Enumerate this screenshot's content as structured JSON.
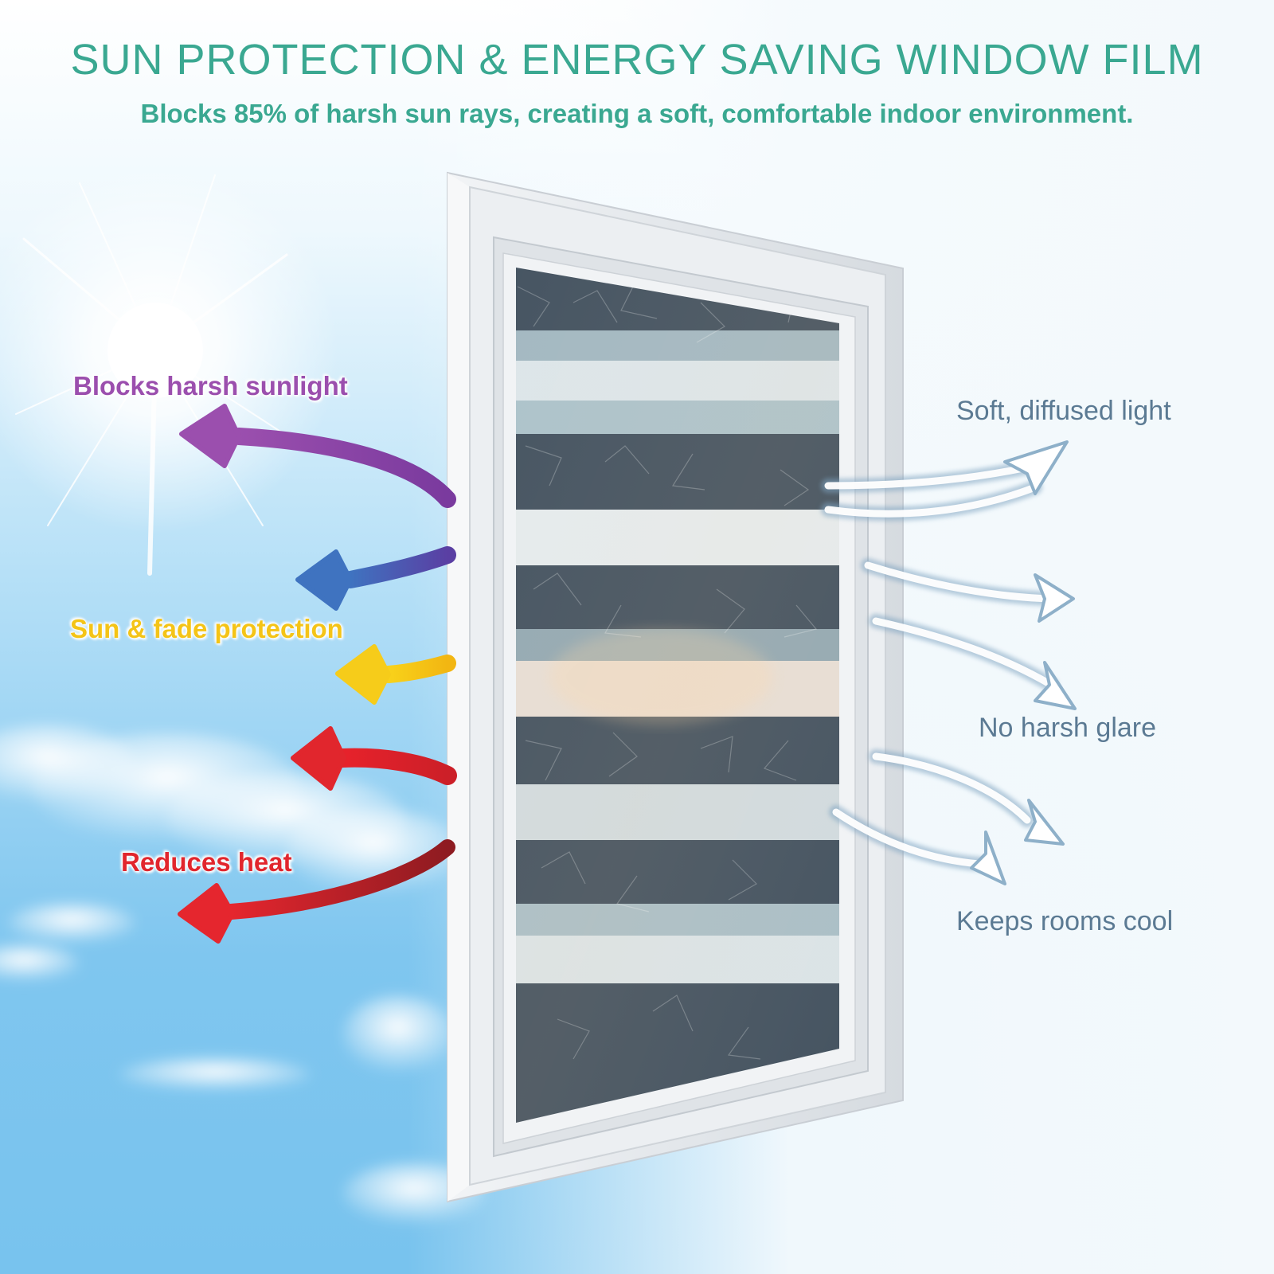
{
  "header": {
    "title": "SUN PROTECTION & ENERGY SAVING WINDOW FILM",
    "subtitle": "Blocks 85% of harsh sun rays, creating a soft, comfortable indoor environment."
  },
  "features_outside": [
    {
      "label": "Blocks harsh sunlight",
      "color": "#9b4fae"
    },
    {
      "label": "Sun & fade protection",
      "color": "#f4c417"
    },
    {
      "label": "Reduces heat",
      "color": "#e1262d"
    }
  ],
  "features_inside": [
    {
      "label": "Soft, diffused light"
    },
    {
      "label": "No harsh glare"
    },
    {
      "label": "Keeps rooms cool"
    }
  ],
  "colors": {
    "title": "#3aa891",
    "subtitle": "#3aa891",
    "inside_label": "#5b7a93",
    "arrow_purple": "#8d44a8",
    "arrow_blue": "#3f6fbd",
    "arrow_yellow": "#f6cc1a",
    "arrow_red": "#e1262d",
    "arrow_darkred": "#b81f26",
    "sky": "#7ec6ef",
    "film_dark": "#3d4c5a",
    "film_light": "#dbe6ea",
    "frame": "#e7eaee"
  }
}
